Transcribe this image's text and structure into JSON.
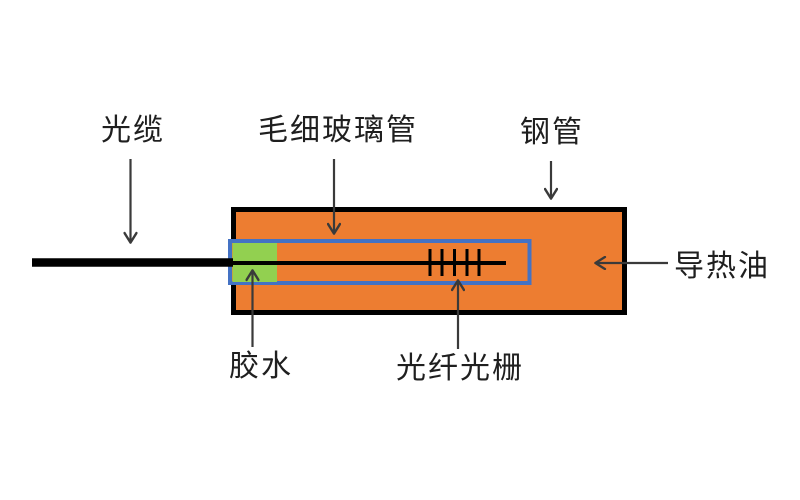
{
  "figure": {
    "type": "schematic-diagram",
    "description_labels": {
      "optical_cable": "光缆",
      "capillary_glass_tube": "毛细玻璃管",
      "steel_tube": "钢管",
      "thermal_oil": "导热油",
      "glue": "胶水",
      "fiber_bragg_grating": "光纤光栅"
    },
    "colors": {
      "background": "#ffffff",
      "steel_tube_fill": "#ED7D31",
      "tube_border": "#000000",
      "capillary_stroke": "#4472C4",
      "glue_fill": "#92D050",
      "fiber_line": "#000000",
      "arrow": "#3a3a3a",
      "text": "#1f1f1f"
    }
  }
}
